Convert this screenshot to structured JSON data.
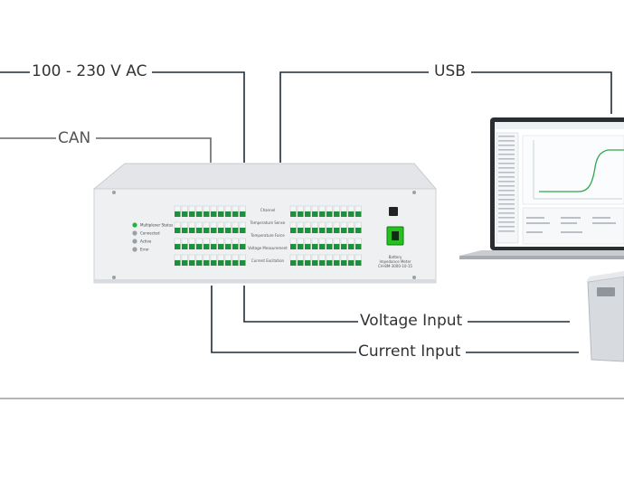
{
  "connections": {
    "power": "100 - 230 V AC",
    "can": "CAN",
    "usb": "USB",
    "voltage_input": "Voltage Input",
    "current_input": "Current Input"
  },
  "device": {
    "leds": [
      "Multiplexer Status",
      "Connected",
      "Active",
      "Error"
    ],
    "center_labels": [
      "Channel",
      "Temperature Sense",
      "Temperature Force",
      "Voltage Measurement",
      "Current Excitation"
    ],
    "model_label": [
      "Battery",
      "Impedance Meter",
      "CH-8M-3000-10-15"
    ]
  },
  "colors": {
    "line": "#1f2b38",
    "terminal_green": "#1e8f3a",
    "power_switch": "#23c21f",
    "panel": "#eceef0"
  }
}
